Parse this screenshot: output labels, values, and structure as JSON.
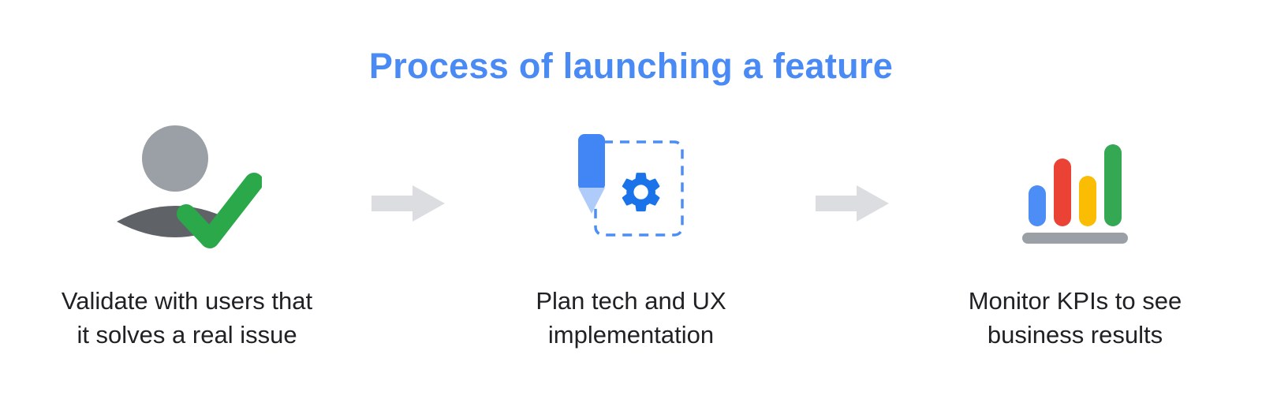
{
  "title": "Process of launching a feature",
  "colors": {
    "title_blue": "#4a8af5",
    "text_dark": "#202124",
    "arrow_gray": "#dbdde0",
    "person_head_gray": "#9aa0a6",
    "person_body_gray": "#5f6368",
    "check_green": "#2ba84a",
    "pencil_blue": "#4285f4",
    "pencil_tip_light_blue": "#aecbfa",
    "gear_blue": "#1a73e8",
    "dashed_box_blue": "#4c8df6",
    "bar_blue": "#4c8df6",
    "bar_red": "#ea4335",
    "bar_yellow": "#fbbc04",
    "bar_green": "#34a853",
    "bar_base_gray": "#9aa0a6"
  },
  "steps": [
    {
      "icon": "user-check-icon",
      "lines": [
        "Validate with users that",
        "it solves a real issue"
      ]
    },
    {
      "icon": "pencil-gear-icon",
      "lines": [
        "Plan tech and UX",
        "implementation"
      ]
    },
    {
      "icon": "bar-chart-icon",
      "lines": [
        "Monitor KPIs to see",
        "business results"
      ]
    }
  ]
}
